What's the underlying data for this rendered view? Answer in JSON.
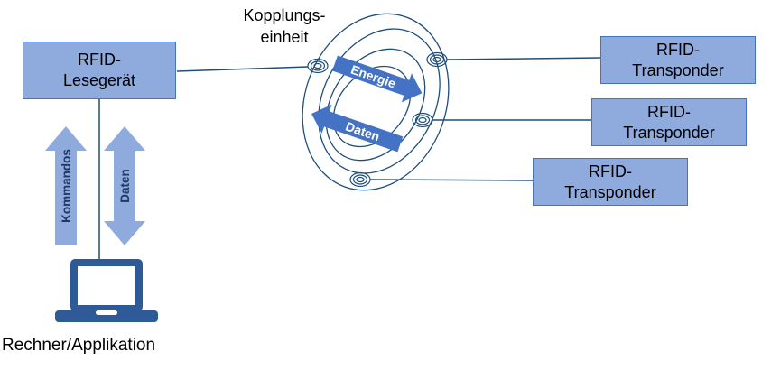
{
  "diagram": {
    "reader_box": {
      "line1": "RFID-",
      "line2": "Lesegerät"
    },
    "coupling_label": {
      "line1": "Kopplungs-",
      "line2": "einheit"
    },
    "transponders": [
      {
        "line1": "RFID-",
        "line2": "Transponder"
      },
      {
        "line1": "RFID-",
        "line2": "Transponder"
      },
      {
        "line1": "RFID-",
        "line2": "Transponder"
      }
    ],
    "flow_arrows": {
      "energy": "Energie",
      "data": "Daten"
    },
    "link_arrows": {
      "commands": "Kommandos",
      "data": "Daten"
    },
    "computer_label": "Rechner/Applikation",
    "colors": {
      "box_fill": "#8FAADC",
      "box_border": "#4472C4",
      "flow_arrow_fill": "#4472C4",
      "flow_arrow_text": "#FFFFFF",
      "link_arrow_fill": "#8FAADC",
      "link_arrow_text": "#1F3864",
      "coil_stroke": "#1F4E79",
      "laptop_fill": "#2E5B97"
    }
  }
}
